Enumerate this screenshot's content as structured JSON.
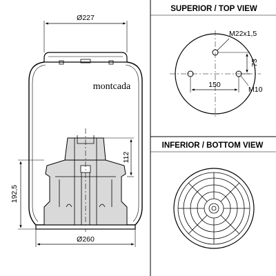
{
  "side_view": {
    "dims": {
      "top_diameter": "Ø227",
      "bottom_diameter": "Ø260",
      "height": "192,5",
      "piston_height": "112"
    },
    "brand": "montcada"
  },
  "top_view": {
    "title": "SUPERIOR / TOP VIEW",
    "thread": "M22x1,5",
    "offset": "73",
    "spacing": "150",
    "bolt": "M10"
  },
  "bottom_view": {
    "title": "INFERIOR / BOTTOM VIEW"
  },
  "colors": {
    "line": "#000000",
    "fill_gray": "#d9d9d9",
    "background": "#ffffff"
  }
}
